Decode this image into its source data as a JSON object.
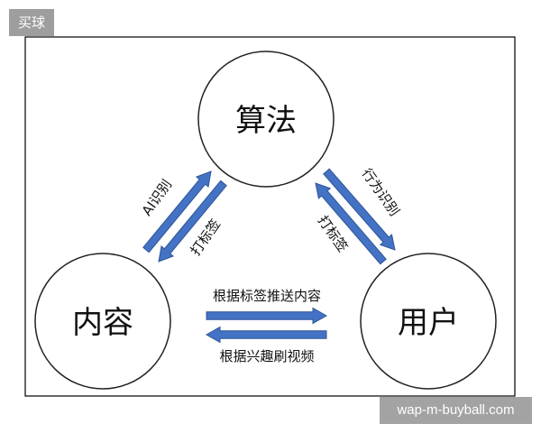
{
  "corner_tag": "买球",
  "watermark": "wap-m-buyball.com",
  "nodes": {
    "algorithm": "算法",
    "content": "内容",
    "user": "用户"
  },
  "edges": {
    "ai_recognition": "AI识别",
    "tagging_left": "打标签",
    "behavior_recognition": "行为识别",
    "tagging_right": "打标签",
    "push_by_tags": "根据标签推送内容",
    "videos_by_interest": "根据兴趣刷视频"
  },
  "colors": {
    "arrow_fill": "#4472c4",
    "arrow_stroke": "#2f5597",
    "frame": "#000000"
  }
}
